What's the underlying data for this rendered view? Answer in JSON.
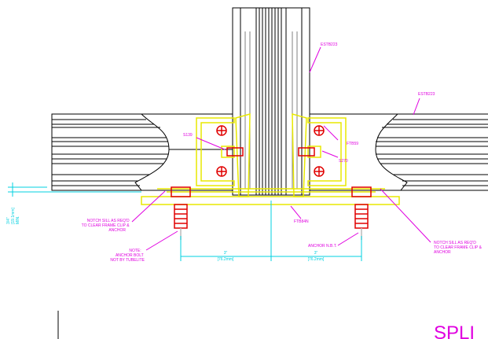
{
  "labels": {
    "estb223_top": "ESTB223",
    "estb223_right": "ESTB223",
    "s139": "S139",
    "ftb59": "FTB59",
    "s270": "S270",
    "ftb84n": "FTB84N",
    "notch_left": [
      "NOTCH SILL AS REQ'D",
      "TO CLEAR FRAME CLIP &",
      "ANCHOR"
    ],
    "notch_right": [
      "NOTCH SILL AS REQ'D",
      "TO CLEAR FRAME CLIP &",
      "ANCHOR"
    ],
    "note": [
      "NOTE:",
      "ANCHOR BOLT",
      "NOT BY TUBELITE"
    ],
    "anchor_nbt": "ANCHOR N.B.T."
  },
  "dimensions": {
    "left_in": "3\"",
    "left_mm": "[76.2mm]",
    "right_in": "3\"",
    "right_mm": "[76.2mm]",
    "vertical": [
      "3/4\"",
      "[19.1mm]",
      "MIN."
    ]
  },
  "title": "SPLI",
  "colors": {
    "magenta": "#e000e0",
    "cyan": "#00d0e0",
    "yellow": "#e8e800",
    "red": "#e00000",
    "black": "#000000"
  }
}
